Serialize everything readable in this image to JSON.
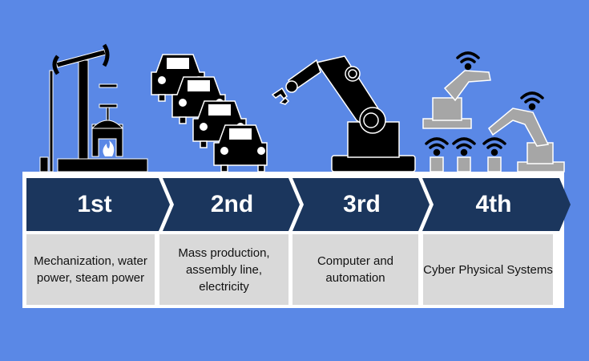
{
  "colors": {
    "background": "#5a88e6",
    "chevron": "#1b365d",
    "description_box": "#d9d9d9",
    "icon_dark": "#000000",
    "icon_grey": "#a6a6a6"
  },
  "stages": [
    {
      "label": "1st",
      "description": "Mechanization, water power, steam power",
      "icon": "steam-engine-icon"
    },
    {
      "label": "2nd",
      "description": "Mass production, assembly line, electricity",
      "icon": "assembly-line-cars-icon"
    },
    {
      "label": "3rd",
      "description": "Computer and automation",
      "icon": "robot-arm-icon"
    },
    {
      "label": "4th",
      "description": "Cyber Physical Systems",
      "icon": "connected-robots-icon"
    }
  ]
}
